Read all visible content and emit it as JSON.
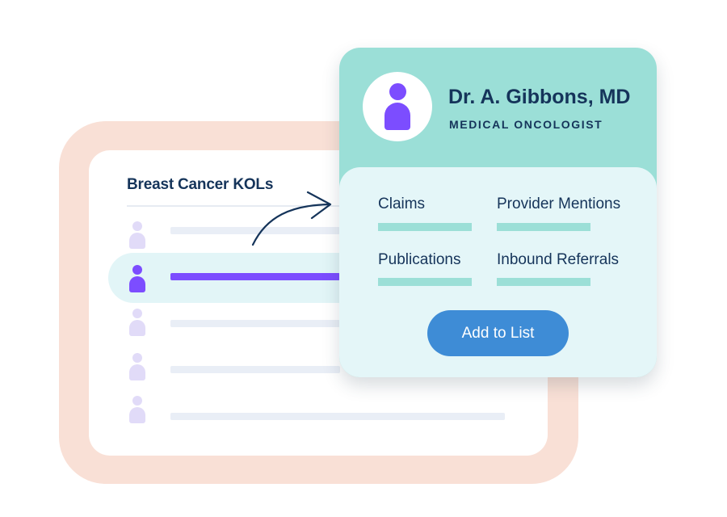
{
  "list": {
    "title": "Breast Cancer KOLs",
    "rows": [
      {
        "state": "default"
      },
      {
        "state": "selected"
      },
      {
        "state": "default"
      },
      {
        "state": "default"
      },
      {
        "state": "default"
      }
    ]
  },
  "profile": {
    "name": "Dr. A. Gibbons, MD",
    "title": "MEDICAL ONCOLOGIST",
    "stats": {
      "claims": "Claims",
      "provider_mentions": "Provider Mentions",
      "publications": "Publications",
      "inbound_referrals": "Inbound Referrals"
    },
    "add_button": "Add to List"
  },
  "colors": {
    "accent_purple": "#7c4dff",
    "teal": "#9bdfd7",
    "button_blue": "#3e8cd6",
    "navy_text": "#15345a",
    "frame_peach": "#f9e0d6"
  }
}
